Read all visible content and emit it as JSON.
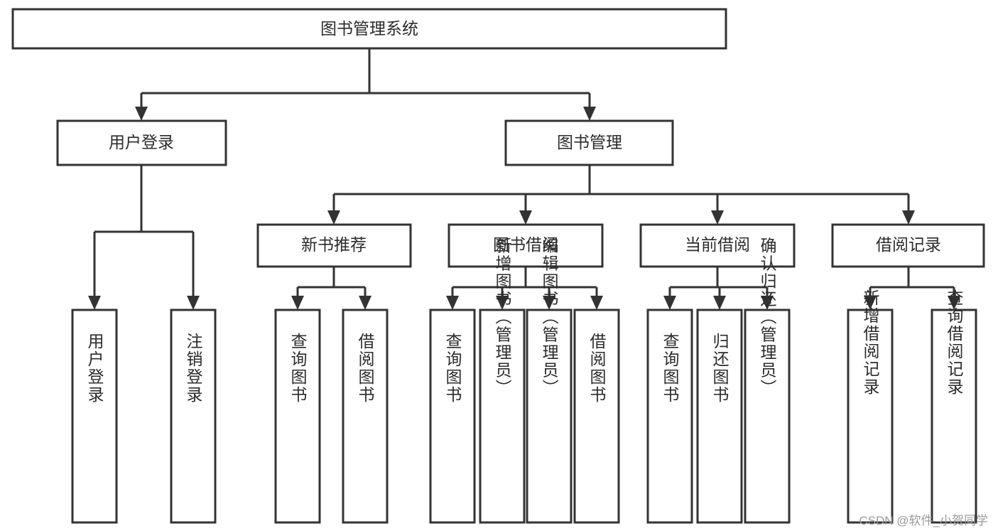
{
  "diagram": {
    "title": "图书管理系统",
    "type": "tree",
    "watermark": "CSDN @软件_小贺同学",
    "colors": {
      "box_fill": "#ffffff",
      "box_stroke": "#333333",
      "text": "#2b2b2b",
      "background": "#ffffff",
      "watermark": "#9a9a9a"
    },
    "levels": {
      "root": {
        "label": "图书管理系统"
      },
      "level2": [
        {
          "id": "user-login",
          "label": "用户登录"
        },
        {
          "id": "book-management",
          "label": "图书管理"
        }
      ],
      "level3": [
        {
          "id": "new-book-recommend",
          "label": "新书推荐",
          "parent": "book-management"
        },
        {
          "id": "book-borrow",
          "label": "图书借阅",
          "parent": "book-management"
        },
        {
          "id": "current-borrow",
          "label": "当前借阅",
          "parent": "book-management"
        },
        {
          "id": "borrow-record",
          "label": "借阅记录",
          "parent": "book-management"
        }
      ],
      "leaves": [
        {
          "id": "leaf-user-login",
          "label": "用户登录",
          "parent": "user-login"
        },
        {
          "id": "leaf-logout",
          "label": "注销登录",
          "parent": "user-login"
        },
        {
          "id": "leaf-query-book-1",
          "label": "查询图书",
          "parent": "new-book-recommend"
        },
        {
          "id": "leaf-borrow-book-1",
          "label": "借阅图书",
          "parent": "new-book-recommend"
        },
        {
          "id": "leaf-query-book-2",
          "label": "查询图书",
          "parent": "book-borrow"
        },
        {
          "id": "leaf-add-book",
          "label": "新增图书（管理员）",
          "parent": "book-borrow"
        },
        {
          "id": "leaf-edit-book",
          "label": "编辑图书（管理员）",
          "parent": "book-borrow"
        },
        {
          "id": "leaf-borrow-book-2",
          "label": "借阅图书",
          "parent": "book-borrow"
        },
        {
          "id": "leaf-query-book-3",
          "label": "查询图书",
          "parent": "current-borrow"
        },
        {
          "id": "leaf-return-book",
          "label": "归还图书",
          "parent": "current-borrow"
        },
        {
          "id": "leaf-confirm-return",
          "label": "确认归还（管理员）",
          "parent": "current-borrow"
        },
        {
          "id": "leaf-add-record",
          "label": "新增借阅记录",
          "parent": "borrow-record"
        },
        {
          "id": "leaf-query-record",
          "label": "查询借阅记录",
          "parent": "borrow-record"
        }
      ]
    }
  }
}
